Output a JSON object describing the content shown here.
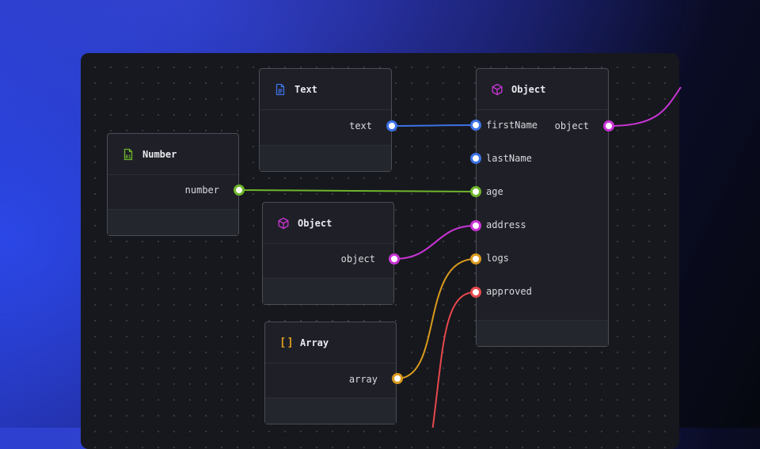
{
  "colors": {
    "text_blue": "#3d72e6",
    "number_green": "#6fb52c",
    "object_magenta": "#c935d6",
    "array_orange": "#d99a1e",
    "approved_red": "#e5484d"
  },
  "nodes": {
    "text_node": {
      "title": "Text",
      "icon": "document-icon",
      "output_label": "text"
    },
    "number_node": {
      "title": "Number",
      "icon": "number-file-icon",
      "output_label": "number"
    },
    "object_small": {
      "title": "Object",
      "icon": "cube-icon",
      "output_label": "object"
    },
    "array_node": {
      "title": "Array",
      "icon": "brackets-icon",
      "icon_text": "[]",
      "output_label": "array"
    },
    "object_main": {
      "title": "Object",
      "icon": "cube-icon",
      "output_label": "object",
      "inputs": [
        "firstName",
        "lastName",
        "age",
        "address",
        "logs",
        "approved"
      ]
    }
  }
}
